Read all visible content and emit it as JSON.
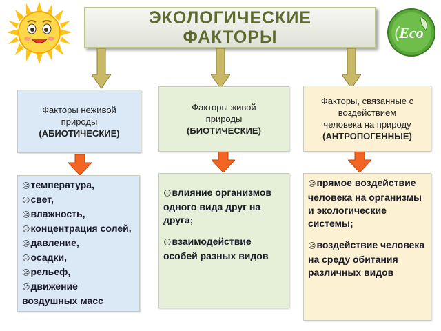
{
  "title": {
    "line1": "ЭКОЛОГИЧЕСКИЕ",
    "line2": "ФАКТОРЫ"
  },
  "logo": {
    "text": "Eco"
  },
  "columns": [
    {
      "header_line1": "Факторы неживой",
      "header_line2": "природы",
      "header_line3": "(АБИОТИЧЕСКИЕ)",
      "items": [
        "температура,",
        "свет,",
        "влажность,",
        "концентрация солей,",
        "давление,",
        "осадки,",
        "рельеф,",
        "движение воздушных масс"
      ]
    },
    {
      "header_line1": "Факторы живой",
      "header_line2": "природы",
      "header_line3": "(БИОТИЧЕСКИЕ)",
      "items": [
        "влияние организмов одного вида друг на друга;",
        "взаимодействие особей разных видов"
      ]
    },
    {
      "header_line1": "Факторы, связанные с",
      "header_line2": "воздействием",
      "header_line3": "человека на природу",
      "header_line4": "(АНТРОПОГЕННЫЕ)",
      "items": [
        "прямое воздействие человека на организмы и экологические системы;",
        "воздействие человека на среду обитания различных видов"
      ]
    }
  ],
  "colors": {
    "olive_arrow": "#c9b866",
    "orange_arrow": "#f26522",
    "col1_fill": "#dbe9f7",
    "col2_fill": "#e6f0d8",
    "col3_fill": "#fdf1d3"
  }
}
